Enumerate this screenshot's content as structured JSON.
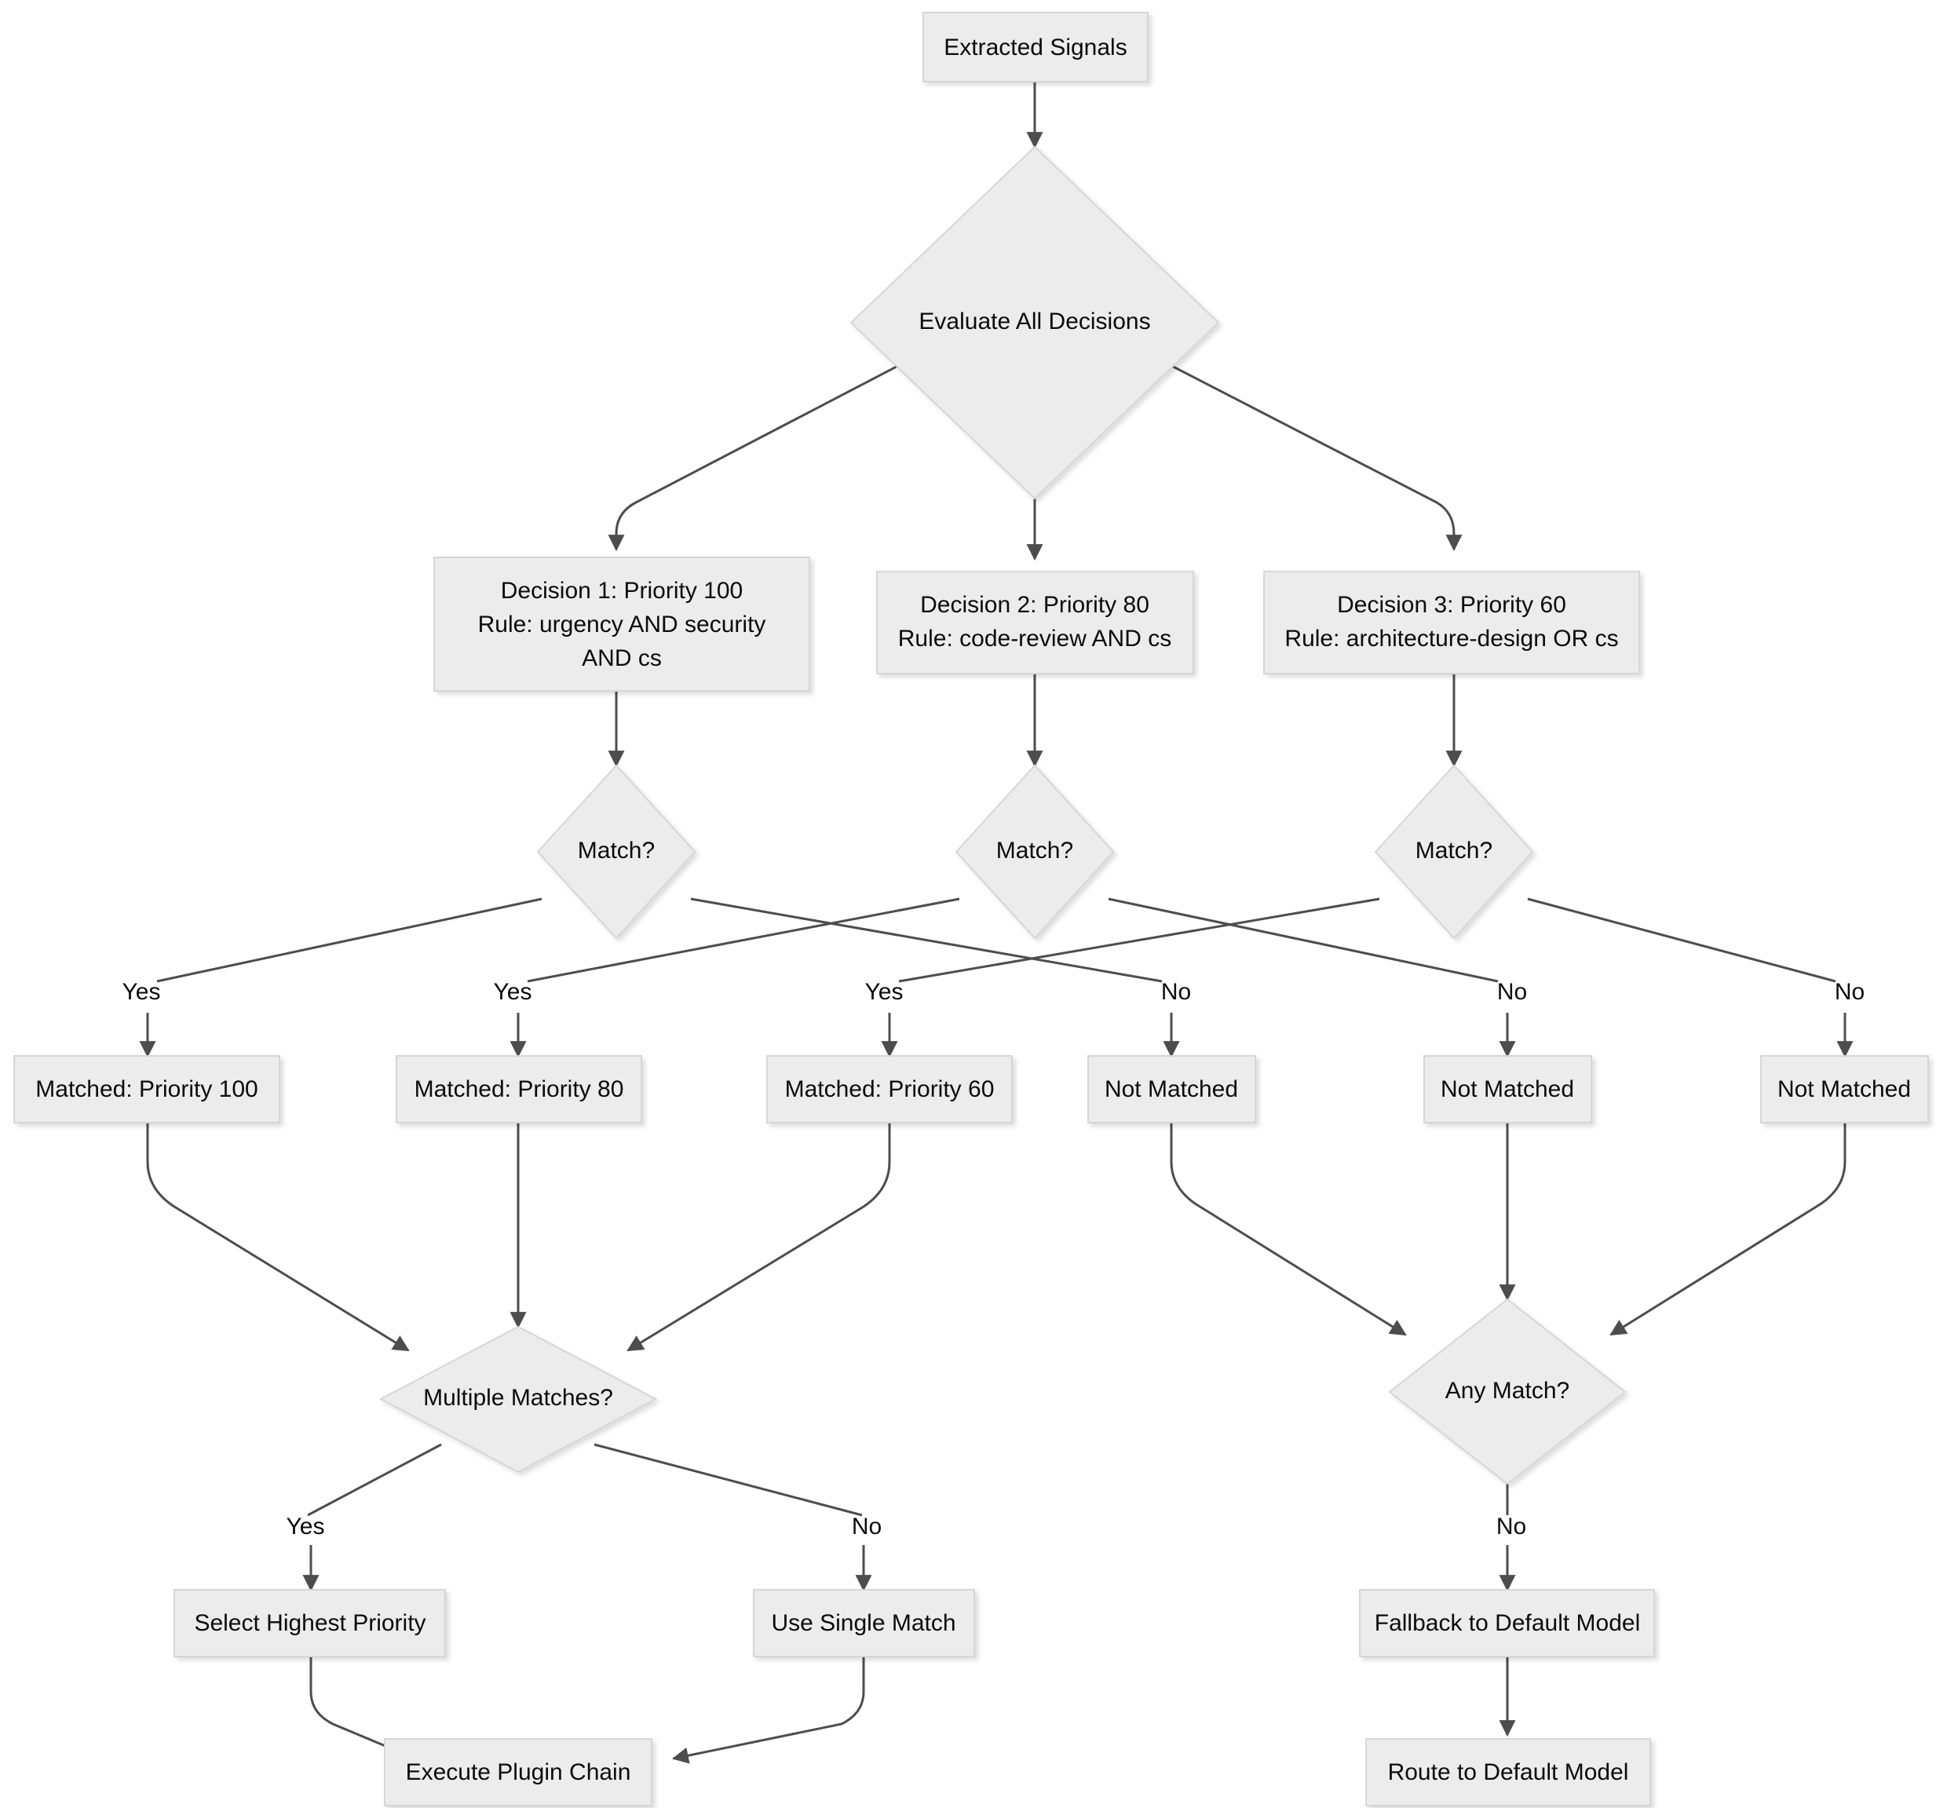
{
  "diagram": {
    "type": "flowchart",
    "title": "Decision Evaluation and Routing Flowchart",
    "theme": {
      "node_fill": "#ECECEC",
      "node_border": "#D6D6D6",
      "edge_color": "#4d4d4d",
      "text_color": "#0b0b0b",
      "background": "#ffffff"
    },
    "nodes": {
      "extracted_signals": {
        "label": "Extracted Signals",
        "shape": "rect"
      },
      "evaluate_all": {
        "label": "Evaluate All Decisions",
        "shape": "diamond"
      },
      "decision1_line1": {
        "label": "Decision 1: Priority 100"
      },
      "decision1_line2": {
        "label": "Rule: urgency AND security"
      },
      "decision1_line3": {
        "label": "AND cs"
      },
      "decision2_line1": {
        "label": "Decision 2: Priority 80"
      },
      "decision2_line2": {
        "label": "Rule: code-review AND cs"
      },
      "decision3_line1": {
        "label": "Decision 3: Priority 60"
      },
      "decision3_line2": {
        "label": "Rule: architecture-design OR cs"
      },
      "match1": {
        "label": "Match?",
        "shape": "diamond"
      },
      "match2": {
        "label": "Match?",
        "shape": "diamond"
      },
      "match3": {
        "label": "Match?",
        "shape": "diamond"
      },
      "matched100": {
        "label": "Matched: Priority 100",
        "shape": "rect"
      },
      "matched80": {
        "label": "Matched: Priority 80",
        "shape": "rect"
      },
      "matched60": {
        "label": "Matched: Priority 60",
        "shape": "rect"
      },
      "not_matched_1": {
        "label": "Not Matched",
        "shape": "rect"
      },
      "not_matched_2": {
        "label": "Not Matched",
        "shape": "rect"
      },
      "not_matched_3": {
        "label": "Not Matched",
        "shape": "rect"
      },
      "multiple_matches": {
        "label": "Multiple Matches?",
        "shape": "diamond"
      },
      "any_match": {
        "label": "Any Match?",
        "shape": "diamond"
      },
      "select_highest": {
        "label": "Select Highest Priority",
        "shape": "rect"
      },
      "use_single": {
        "label": "Use Single Match",
        "shape": "rect"
      },
      "fallback_default": {
        "label": "Fallback to Default Model",
        "shape": "rect"
      },
      "execute_plugin_chain": {
        "label": "Execute Plugin Chain",
        "shape": "rect"
      },
      "route_default": {
        "label": "Route to Default Model",
        "shape": "rect"
      }
    },
    "edge_labels": {
      "yes1": "Yes",
      "yes2": "Yes",
      "yes3": "Yes",
      "no1": "No",
      "no2": "No",
      "no3": "No",
      "mm_yes": "Yes",
      "mm_no": "No",
      "am_no": "No"
    }
  }
}
